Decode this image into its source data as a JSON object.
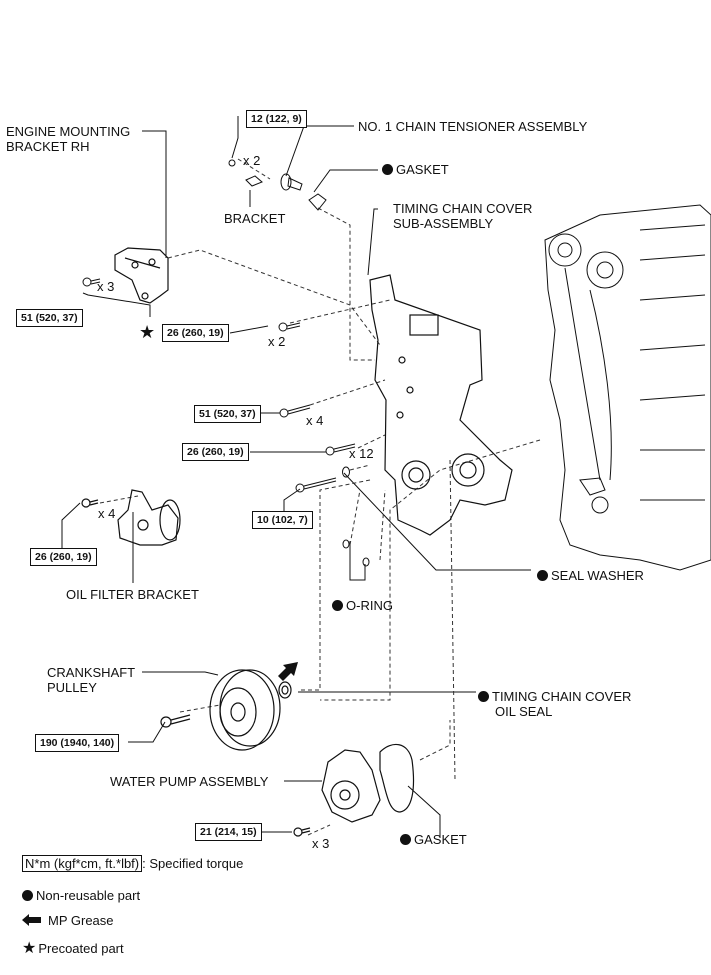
{
  "diagram": {
    "parts": {
      "engine_mounting_bracket": [
        "ENGINE MOUNTING",
        "BRACKET RH"
      ],
      "chain_tensioner": "NO. 1 CHAIN TENSIONER ASSEMBLY",
      "gasket_top": "GASKET",
      "bracket": "BRACKET",
      "timing_chain_cover": [
        "TIMING CHAIN COVER",
        "SUB-ASSEMBLY"
      ],
      "seal_washer": "SEAL WASHER",
      "o_ring": "O-RING",
      "oil_filter_bracket": "OIL FILTER BRACKET",
      "crankshaft_pulley": [
        "CRANKSHAFT",
        "PULLEY"
      ],
      "timing_chain_cover_oil_seal": [
        "TIMING CHAIN COVER",
        "OIL SEAL"
      ],
      "water_pump": "WATER PUMP ASSEMBLY",
      "gasket_bottom": "GASKET"
    },
    "torques": {
      "tensioner_nut": "12 (122, 9)",
      "mount_bracket_bolt": "51 (520, 37)",
      "precoated_bolt": "26 (260, 19)",
      "cover_bolt_51": "51 (520, 37)",
      "cover_bolt_26": "26 (260, 19)",
      "cover_bolt_10": "10 (102, 7)",
      "oil_filter_bolt": "26 (260, 19)",
      "crank_bolt": "190 (1940, 140)",
      "water_pump_bolt": "21 (214, 15)"
    },
    "quantities": {
      "tensioner_nut": "x 2",
      "mount_bracket_bolt": "x 3",
      "precoated_bolt": "x 2",
      "cover_bolt_51": "x 4",
      "cover_bolt_26": "x 12",
      "oil_filter_bolt": "x 4",
      "water_pump_bolt": "x 3"
    },
    "symbols": {
      "non_reusable": "non-reusable-dot-icon",
      "precoated": "precoated-star-icon",
      "mp_grease": "mp-grease-arrow-icon"
    }
  },
  "legend": {
    "torque_unit": "N*m (kgf*cm, ft.*lbf)",
    "torque_desc": ": Specified torque",
    "non_reusable": "Non-reusable part",
    "mp_grease": "MP Grease",
    "precoated": "Precoated part"
  }
}
